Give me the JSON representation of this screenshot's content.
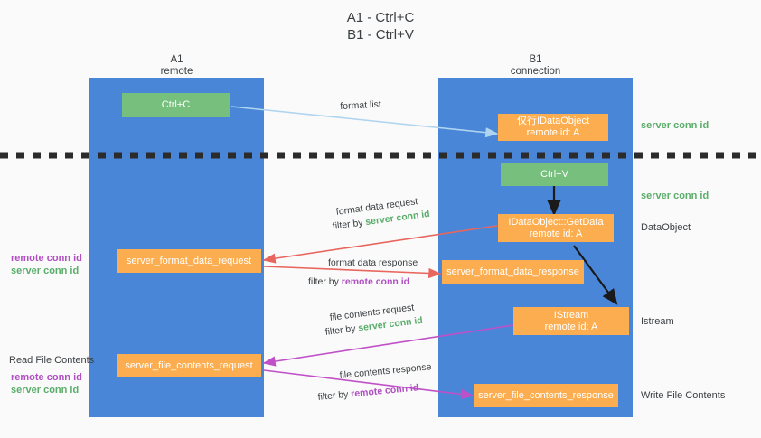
{
  "title": {
    "line1": "A1 - Ctrl+C",
    "line2": "B1 - Ctrl+V"
  },
  "columns": [
    {
      "name": "A1",
      "sub": "remote"
    },
    {
      "name": "B1",
      "sub": "connection"
    }
  ],
  "boxes": {
    "ctrl_c": "Ctrl+C",
    "ctrl_v": "Ctrl+V",
    "idataobject": {
      "line1": "仅行IDataObject",
      "line2": "remote id: A"
    },
    "getdata": {
      "line1": "IDataObject::GetData",
      "line2": "remote id: A"
    },
    "istream": {
      "line1": "IStream",
      "line2": "remote id: A"
    },
    "server_format_data_request": "server_format_data_request",
    "server_format_data_response": "server_format_data_response",
    "server_file_contents_request": "server_file_contents_request",
    "server_file_contents_response": "server_file_contents_response"
  },
  "edges": {
    "format_list": "format list",
    "format_data_request": "format data request",
    "format_data_request_filter_pre": "filter by ",
    "format_data_request_filter_key": "server conn id",
    "format_data_response": "format data response",
    "format_data_response_filter_pre": "filter by ",
    "format_data_response_filter_key": "remote conn id",
    "file_contents_request": "file contents request",
    "file_contents_request_filter_pre": "filter by ",
    "file_contents_request_filter_key": "server conn id",
    "file_contents_response": "file contents response",
    "file_contents_response_filter_pre": "filter by ",
    "file_contents_response_filter_key": "remote conn id"
  },
  "annotations": {
    "server_conn_id_top": "server conn id",
    "server_conn_id_mid": "server conn id",
    "dataobject": "DataObject",
    "istream": "Istream",
    "write_file_contents": "Write File Contents",
    "read_file_contents": "Read File Contents",
    "left_remote_conn_id_1": "remote conn id",
    "left_server_conn_id_1": "server conn id",
    "left_remote_conn_id_2": "remote conn id",
    "left_server_conn_id_2": "server conn id"
  },
  "colors": {
    "column_blue": "#4a86d8",
    "box_green": "#77bf7d",
    "box_orange": "#fcad4f",
    "arrow_lightblue": "#aed4ef",
    "arrow_red": "#e8665e",
    "arrow_magenta": "#c050c8",
    "arrow_black": "#1a1a1a",
    "text_green": "#5aad6a",
    "text_purple": "#b14fc2",
    "divider_dash": "#2b2b2b"
  }
}
